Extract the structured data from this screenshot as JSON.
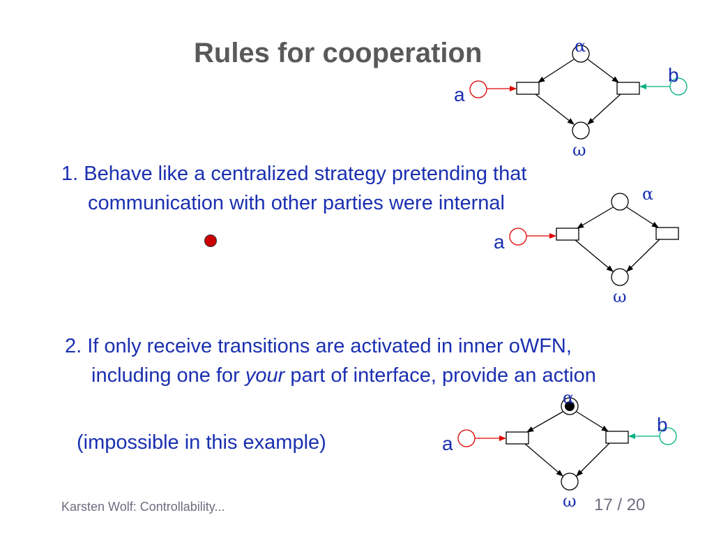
{
  "slide": {
    "title": "Rules for cooperation",
    "rule1": {
      "line1": "1. Behave like a centralized strategy pretending that",
      "line2": "communication with other parties were internal"
    },
    "rule2": {
      "line1": "2. If only receive transitions are activated in inner oWFN,",
      "line2_before": "including one for ",
      "line2_italic": "your",
      "line2_after": " part of interface, provide an action"
    },
    "note": "(impossible in this example)",
    "footer": {
      "author": "Karsten Wolf: Controllability...",
      "page": "17 / 20"
    }
  },
  "diagrams": {
    "top": {
      "alpha": "α",
      "omega": "ω",
      "port_a": "a",
      "port_b": "b"
    },
    "middle": {
      "alpha": "α",
      "omega": "ω",
      "port_a": "a"
    },
    "bottom": {
      "alpha": "α",
      "omega": "ω",
      "port_a": "a",
      "port_b": "b"
    }
  },
  "colors": {
    "text_blue": "#1a2fb0",
    "title_gray": "#595959",
    "port_red": "#e00000",
    "port_green": "#00b080",
    "bullet_red": "#cc0000"
  }
}
